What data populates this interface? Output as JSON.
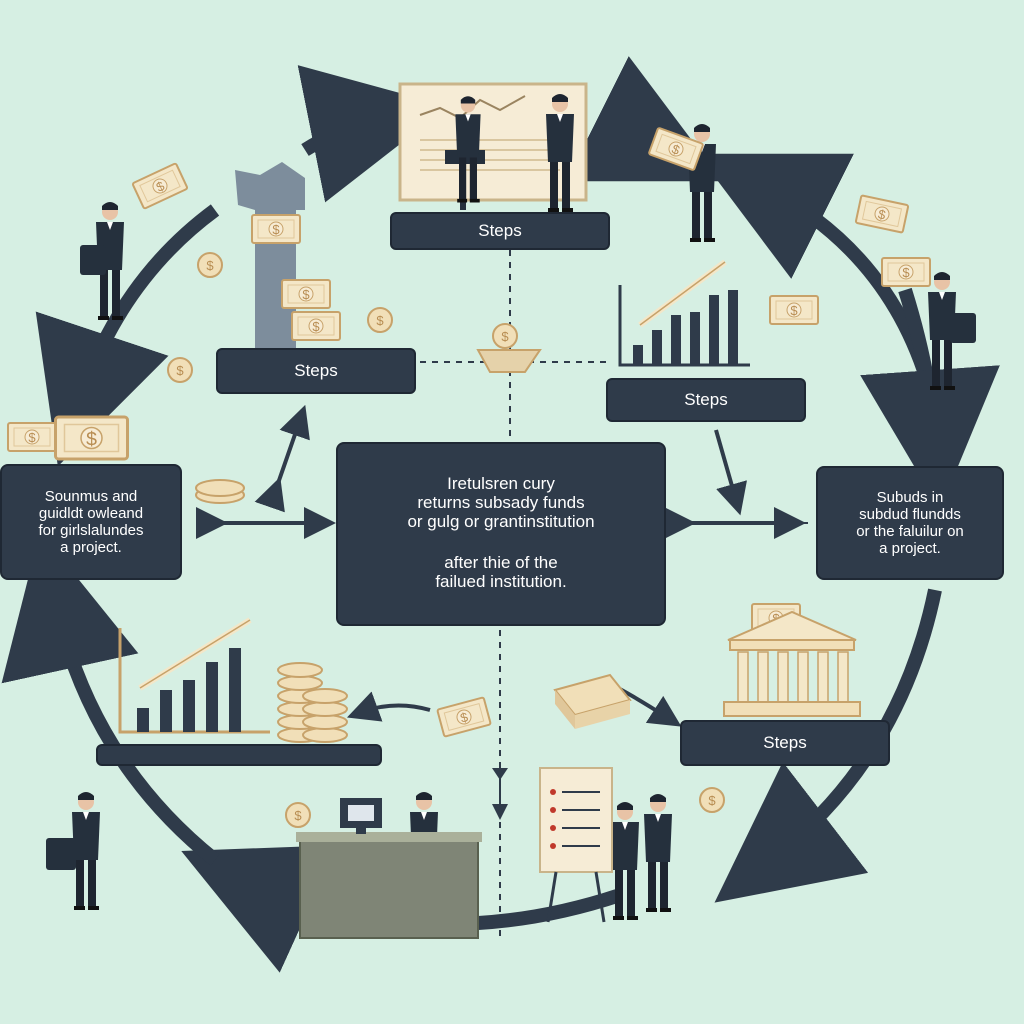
{
  "colors": {
    "background": "#d6efe3",
    "box_fill": "#2f3b4a",
    "arrow": "#2f3b4a",
    "money": "#f4e7c8",
    "money_stroke": "#c7a26a"
  },
  "step_labels": {
    "top": "Steps",
    "upper_left": "Steps",
    "upper_right": "Steps",
    "lower_right": "Steps"
  },
  "left_box": {
    "lines": [
      "Sounmus and",
      "guidldt owleand",
      "for girlslalundes",
      "a project."
    ]
  },
  "right_box": {
    "lines": [
      "Subuds in",
      "subdud flundds",
      "or the faluilur on",
      "a project."
    ]
  },
  "center_box": {
    "lines_top": [
      "Iretulsren cury",
      "returns subsady funds",
      "or gulg or grantinstitution"
    ],
    "lines_bottom": [
      "after thie of the",
      "failued institution."
    ]
  },
  "icons": [
    "dollar-bill-icon",
    "coin-icon",
    "bar-chart-icon",
    "bank-building-icon",
    "briefcase-icon",
    "flipchart-icon",
    "desk-icon",
    "cycle-arrow-icon"
  ]
}
